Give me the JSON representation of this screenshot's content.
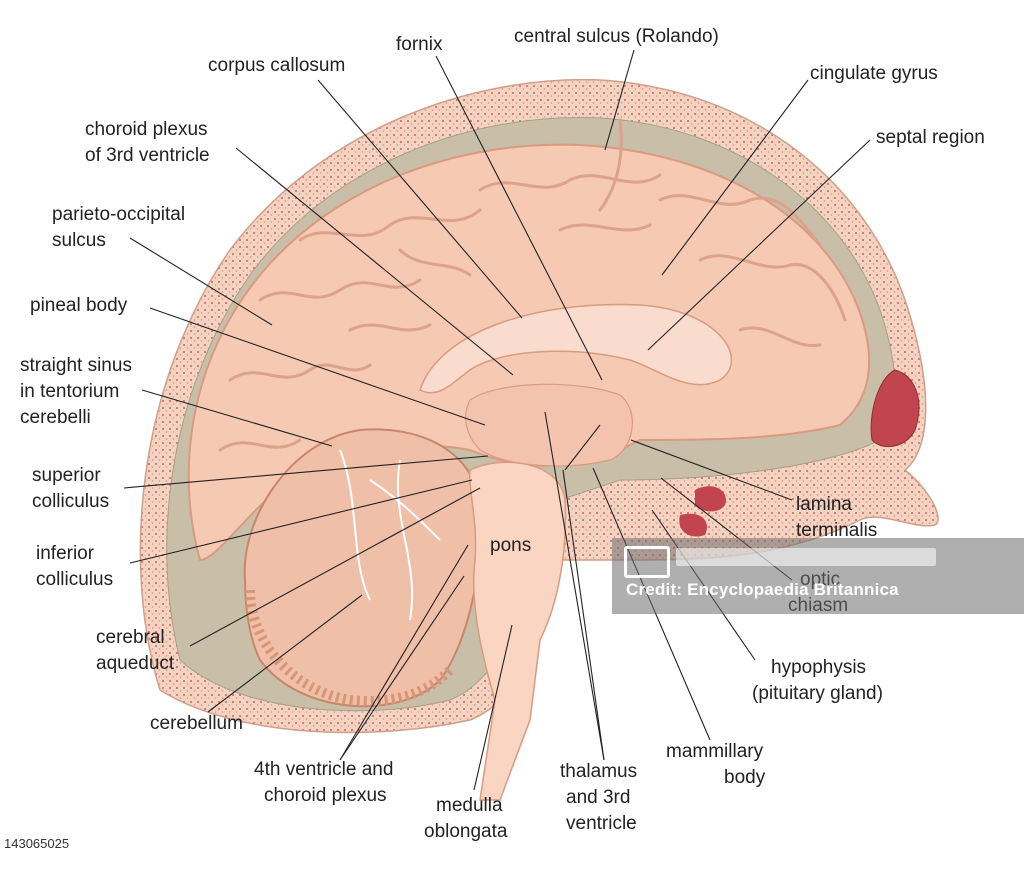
{
  "labels": {
    "fornix": "fornix",
    "central_sulcus": "central sulcus (Rolando)",
    "corpus_callosum": "corpus callosum",
    "cingulate_gyrus": "cingulate gyrus",
    "choroid_plexus_3rd_1": "choroid plexus",
    "choroid_plexus_3rd_2": "of 3rd ventricle",
    "septal_region": "septal region",
    "parieto_occipital_1": "parieto-occipital",
    "parieto_occipital_2": "sulcus",
    "pineal_body": "pineal body",
    "straight_sinus_1": "straight sinus",
    "straight_sinus_2": "in tentorium",
    "straight_sinus_3": "cerebelli",
    "superior_colliculus_1": "superior",
    "superior_colliculus_2": "colliculus",
    "inferior_colliculus_1": "inferior",
    "inferior_colliculus_2": "colliculus",
    "cerebral_aqueduct_1": "cerebral",
    "cerebral_aqueduct_2": "aqueduct",
    "cerebellum": "cerebellum",
    "pons": "pons",
    "lamina_terminalis_1": "lamina",
    "lamina_terminalis_2": "terminalis",
    "optic_chiasm_1": "optic",
    "optic_chiasm_2": "chiasm",
    "hypophysis_1": "hypophysis",
    "hypophysis_2": "(pituitary gland)",
    "mammillary_1": "mammillary",
    "mammillary_2": "body",
    "thalamus_1": "thalamus",
    "thalamus_2": "and 3rd",
    "thalamus_3": "ventricle",
    "medulla_1": "medulla",
    "medulla_2": "oblongata",
    "fourth_ventricle_1": "4th ventricle and",
    "fourth_ventricle_2": "choroid plexus"
  },
  "watermark": {
    "text": "Credit: Encyclopaedia Britannica"
  },
  "image_id": "143065025",
  "colors": {
    "brain": "#f6c9b3",
    "brain_shadow": "#e9a98f",
    "skull": "#f5d8c6",
    "skull_dots": "#d9707a",
    "dura": "#c9bfa9",
    "sinus": "#c1444e"
  }
}
